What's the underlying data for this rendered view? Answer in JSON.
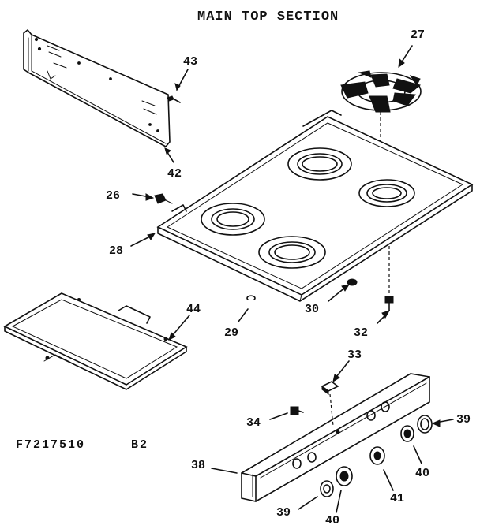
{
  "title": "MAIN TOP SECTION",
  "drawing_code": "F7217510",
  "revision": "B2",
  "parts": {
    "p27": "27",
    "p43": "43",
    "p42": "42",
    "p26": "26",
    "p28": "28",
    "p44": "44",
    "p29": "29",
    "p30": "30",
    "p32": "32",
    "p33": "33",
    "p34": "34",
    "p38": "38",
    "p39a": "39",
    "p40a": "40",
    "p41": "41",
    "p39b": "39",
    "p40b": "40"
  }
}
